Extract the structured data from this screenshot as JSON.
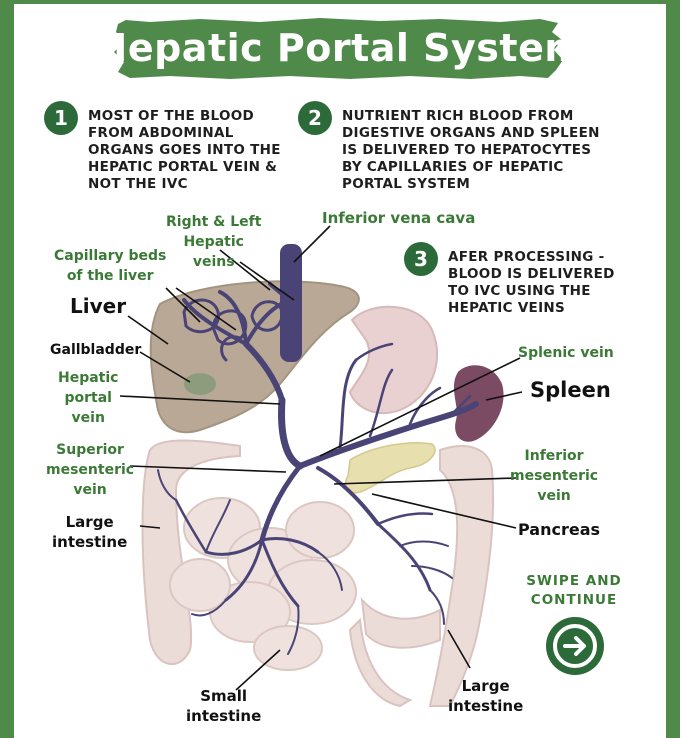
{
  "title": "Hepatic Portal System",
  "steps": [
    {
      "number": "1",
      "lines": [
        "MOST OF THE BLOOD",
        "FROM ABDOMINAL",
        "ORGANS GOES INTO THE",
        "HEPATIC PORTAL VEIN &",
        "NOT THE IVC"
      ]
    },
    {
      "number": "2",
      "lines": [
        "NUTRIENT RICH BLOOD FROM",
        "DIGESTIVE ORGANS AND SPLEEN",
        "IS DELIVERED TO HEPATOCYTES",
        "BY CAPILLARIES OF HEPATIC",
        "PORTAL SYSTEM"
      ]
    },
    {
      "number": "3",
      "lines": [
        "AFER PROCESSING -",
        "BLOOD IS DELIVERED",
        "TO IVC USING THE",
        "HEPATIC VEINS"
      ]
    }
  ],
  "labels": {
    "right_left_hepatic_veins": [
      "Right & Left",
      "Hepatic",
      "veins"
    ],
    "inferior_vena_cava": "Inferior vena cava",
    "capillary_beds": [
      "Capillary beds",
      "of the liver"
    ],
    "liver": "Liver",
    "gallbladder": "Gallbladder",
    "hepatic_portal_vein": [
      "Hepatic",
      "portal",
      "vein"
    ],
    "superior_mesenteric_vein": [
      "Superior",
      "mesenteric",
      "vein"
    ],
    "large_intestine_left": [
      "Large",
      "intestine"
    ],
    "small_intestine": [
      "Small",
      "intestine"
    ],
    "splenic_vein": "Splenic vein",
    "spleen": "Spleen",
    "inferior_mesenteric_vein": [
      "Inferior",
      "mesenteric",
      "vein"
    ],
    "pancreas": "Pancreas",
    "large_intestine_right": [
      "Large",
      "intestine"
    ]
  },
  "swipe": [
    "SWIPE AND",
    "CONTINUE"
  ],
  "colors": {
    "frame_green": "#4f8a4b",
    "circle_green": "#2c6a3a",
    "label_green": "#3b7a36",
    "vein_purple": "#4a4476",
    "liver_tan": "#b9a896",
    "intestine_pink": "#ecdcd8",
    "stomach_pink": "#e9d1d1",
    "spleen_purple": "#7a4b63",
    "pancreas_yellow": "#e8dfae",
    "gallbladder_green": "#8c9c7d"
  },
  "icons": [
    "right-arrow-icon"
  ]
}
